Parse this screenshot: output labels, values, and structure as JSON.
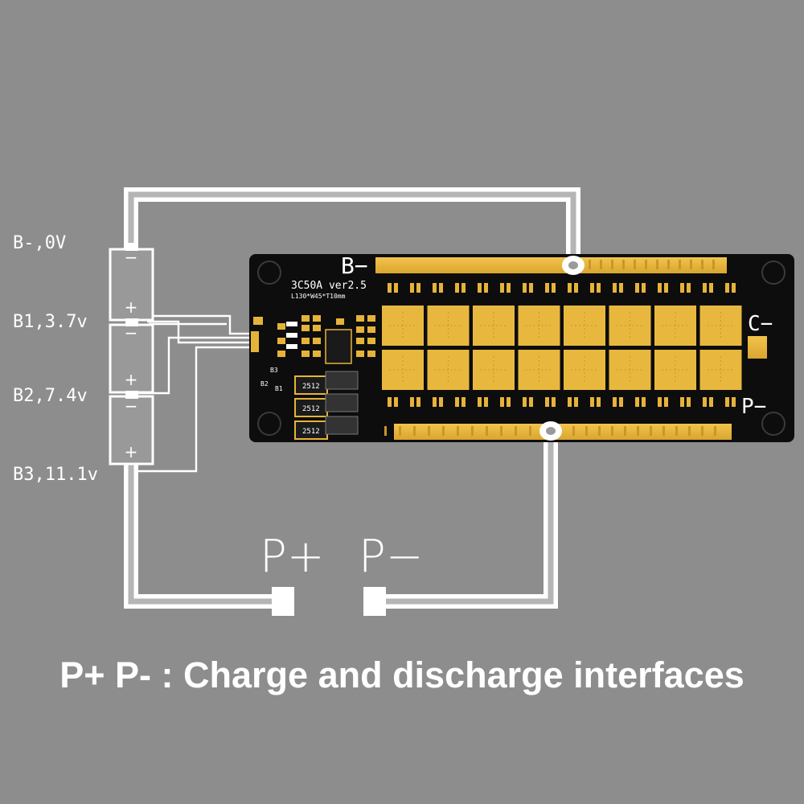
{
  "cell_labels": [
    {
      "text": "B-,0V"
    },
    {
      "text": "B1,3.7v"
    },
    {
      "text": "B2,7.4v"
    },
    {
      "text": "B3,11.1v"
    }
  ],
  "cell_signs": {
    "minus": "−",
    "plus": "+"
  },
  "board": {
    "model": "3C50A ver2.5",
    "dimensions": "L130*W45*T10mm",
    "terminal_b_minus": "B−",
    "terminal_c_minus": "C−",
    "terminal_p_minus": "P−",
    "resistor_marking": "2512",
    "pin_b1": "B1",
    "pin_b2": "B2",
    "pin_b3": "B3"
  },
  "ports": {
    "p_plus": "P+",
    "p_minus": "P−"
  },
  "caption": "P+  P- : Charge and discharge interfaces",
  "colors": {
    "background": "#8d8d8d",
    "board": "#0d0d0d",
    "gold": "#e6b33a",
    "wire": "#ffffff"
  }
}
